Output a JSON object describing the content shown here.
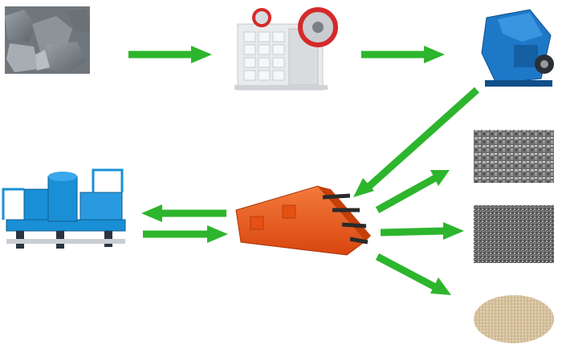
{
  "colors": {
    "arrow": "#2db52d",
    "rock": "#7d858c",
    "jaw_frame": "#eceef0",
    "jaw_flywheel": "#d42a2a",
    "impact_blue": "#1e78c8",
    "screen_orange": "#ee5a1e",
    "vsi_blue": "#1a8fd6",
    "gravel": "#8a8a8a",
    "sand": "#d8c3a0"
  },
  "nodes": [
    {
      "name": "raw-rock-image",
      "icon": "rock-pile-photo"
    },
    {
      "name": "jaw-crusher",
      "icon": "jaw-crusher-machine"
    },
    {
      "name": "impact-crusher",
      "icon": "impact-crusher-machine"
    },
    {
      "name": "vibrating-screen",
      "icon": "vibrating-screen-machine"
    },
    {
      "name": "vsi-sand-maker",
      "icon": "vertical-shaft-impact-crusher"
    },
    {
      "name": "coarse-aggregate-image",
      "icon": "coarse-gravel-photo"
    },
    {
      "name": "fine-aggregate-image",
      "icon": "fine-gravel-photo"
    },
    {
      "name": "sand-image",
      "icon": "sand-pile-photo"
    }
  ]
}
